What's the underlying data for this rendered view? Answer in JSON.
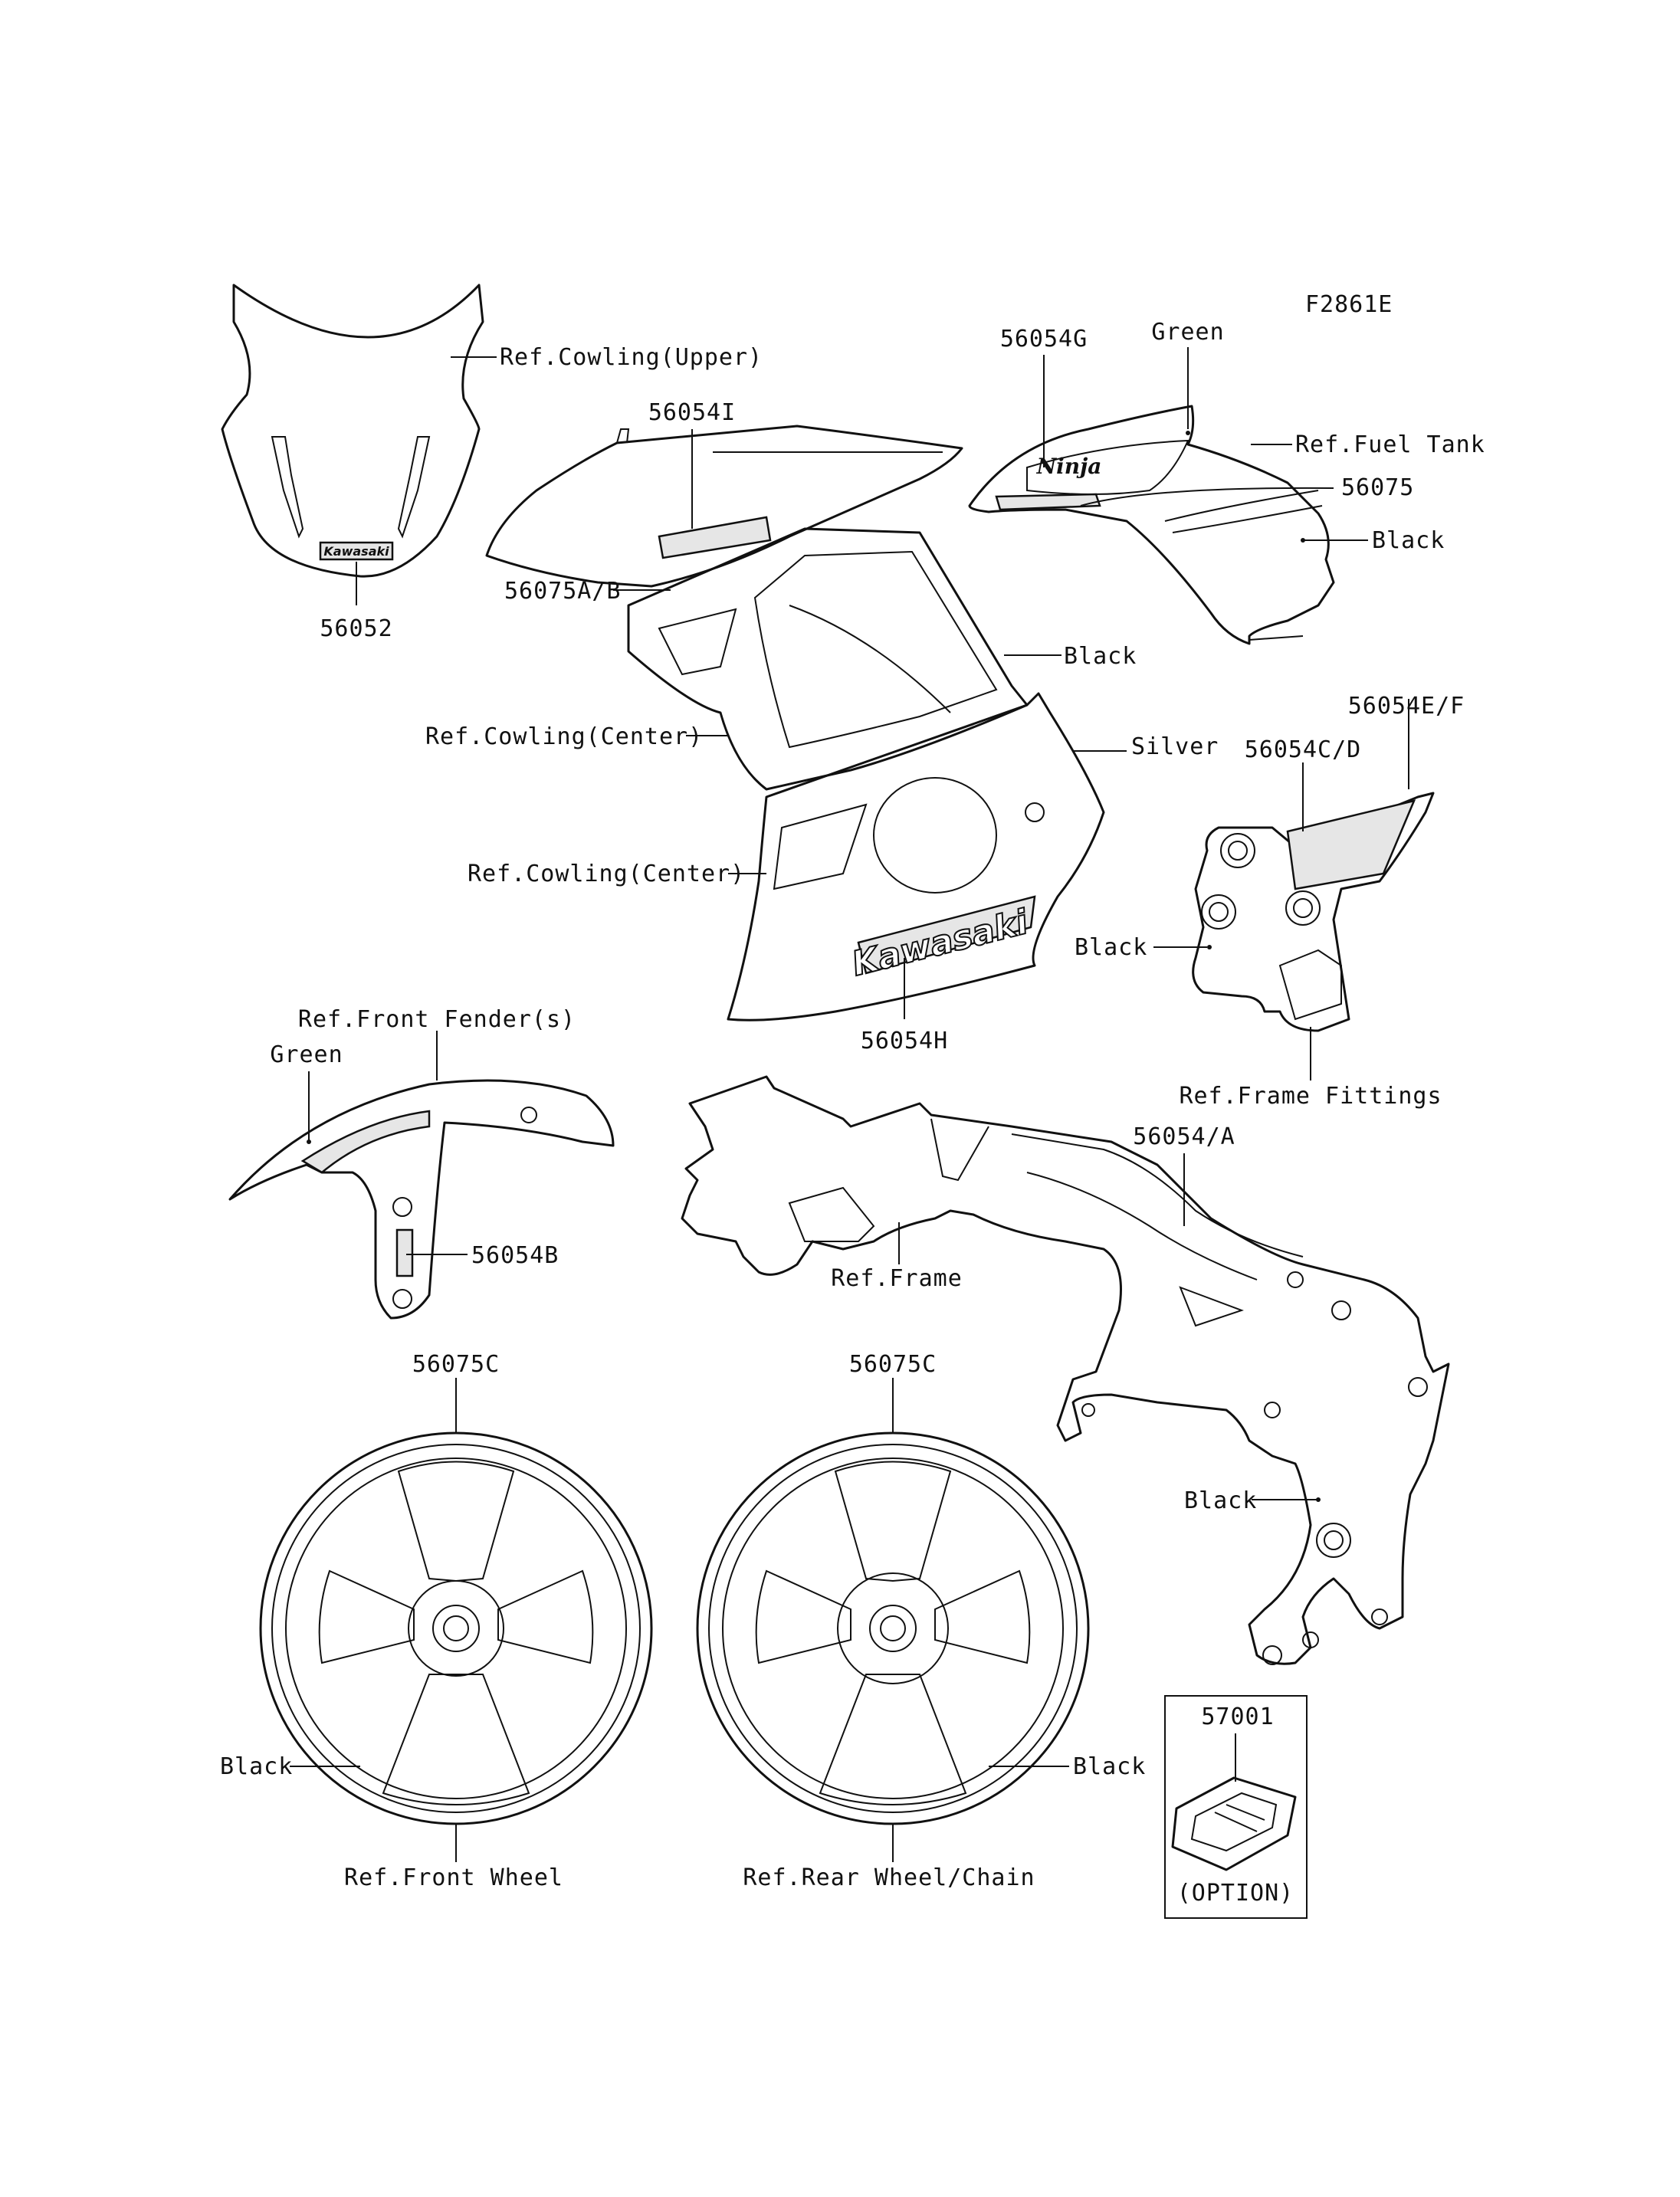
{
  "figure_id": "F2861E",
  "labels": {
    "ref_cowling_upper": "Ref.Cowling(Upper)",
    "p56052": "56052",
    "p56054I": "56054I",
    "p56075AB": "56075A/B",
    "black_cowl": "Black",
    "ref_cowling_center_1": "Ref.Cowling(Center)",
    "silver": "Silver",
    "ref_cowling_center_2": "Ref.Cowling(Center)",
    "p56054H": "56054H",
    "p56054G": "56054G",
    "green_tank": "Green",
    "ref_fuel_tank": "Ref.Fuel Tank",
    "p56075": "56075",
    "black_tank": "Black",
    "p56054EF": "56054E/F",
    "p56054CD": "56054C/D",
    "black_fittings": "Black",
    "ref_frame_fittings": "Ref.Frame Fittings",
    "ref_front_fenders": "Ref.Front Fender(s)",
    "green_fender": "Green",
    "p56054B": "56054B",
    "ref_frame": "Ref.Frame",
    "p56054A": "56054/A",
    "black_frame": "Black",
    "p56075C_front": "56075C",
    "p56075C_rear": "56075C",
    "black_front_wheel": "Black",
    "black_rear_wheel": "Black",
    "ref_front_wheel": "Ref.Front Wheel",
    "ref_rear_wheel": "Ref.Rear Wheel/Chain",
    "p57001": "57001",
    "option": "(OPTION)"
  },
  "decal_text": {
    "windscreen_logo": "Kawasaki",
    "cowl_logo": "Kawasaki",
    "tank_logo": "Ninja"
  }
}
